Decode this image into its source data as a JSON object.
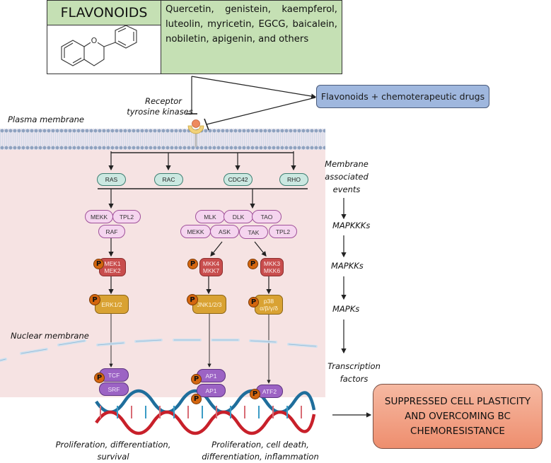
{
  "flavonoids": {
    "title": "FLAVONOIDS",
    "structure_icon": "flavan-structure-icon",
    "examples": "Quercetin, genistein, kaempferol, luteolin, myricetin, EGCG, baicalein, nobiletin, apigenin, and others"
  },
  "treatment": {
    "label": "Flavonoids + chemoterapeutic drugs"
  },
  "receptor": {
    "label_line1": "Receptor",
    "label_line2": "tyrosine kinases"
  },
  "labels": {
    "plasma_membrane": "Plasma membrane",
    "nuclear_membrane": "Nuclear membrane"
  },
  "membrane_proteins": [
    "RAS",
    "RAC",
    "CDC42",
    "RHO"
  ],
  "mapkkk": {
    "left": [
      "MEKK",
      "TPL2",
      "RAF"
    ],
    "right": [
      "MLK",
      "DLK",
      "TAO",
      "MEKK",
      "ASK",
      "TAK",
      "TPL2"
    ]
  },
  "mapkk": [
    {
      "line1": "MEK1",
      "line2": "MEK2"
    },
    {
      "line1": "MKK4",
      "line2": "MKK7"
    },
    {
      "line1": "MKK3",
      "line2": "MKK6"
    }
  ],
  "mapk": [
    {
      "line1": "ERK1/2",
      "line2": ""
    },
    {
      "line1": "JNK1/2/3",
      "line2": ""
    },
    {
      "line1": "p38",
      "line2": "α/β/γ/δ"
    }
  ],
  "transcription_factors": {
    "erk": [
      "TCF",
      "SRF"
    ],
    "jnk": [
      "AP1",
      "AP1"
    ],
    "p38": [
      "ATF2"
    ]
  },
  "phospho_label": "P",
  "cascade_levels": [
    "Membrane associated events",
    "MAPKKKs",
    "MAPKKs",
    "MAPKs",
    "Transcription factors"
  ],
  "outcomes": {
    "left_line1": "Proliferation, differentiation,",
    "left_line2": "survival",
    "right_line1": "Proliferation, cell death,",
    "right_line2": "differentiation, inflammation"
  },
  "result": {
    "label": "SUPPRESSED CELL PLASTICITY AND OVERCOMING BC CHEMORESISTANCE"
  },
  "colors": {
    "flavonoid_box": "#c5e0b4",
    "drug_box": "#9fb7de",
    "result_box": "#f0977a",
    "cytoplasm": "#f6e3e3",
    "mapkkk": "#f5d5ef",
    "mapkk": "#c84d4d",
    "mapk": "#d9a233",
    "tf": "#9c63c4",
    "phospho": "#d4660f"
  }
}
